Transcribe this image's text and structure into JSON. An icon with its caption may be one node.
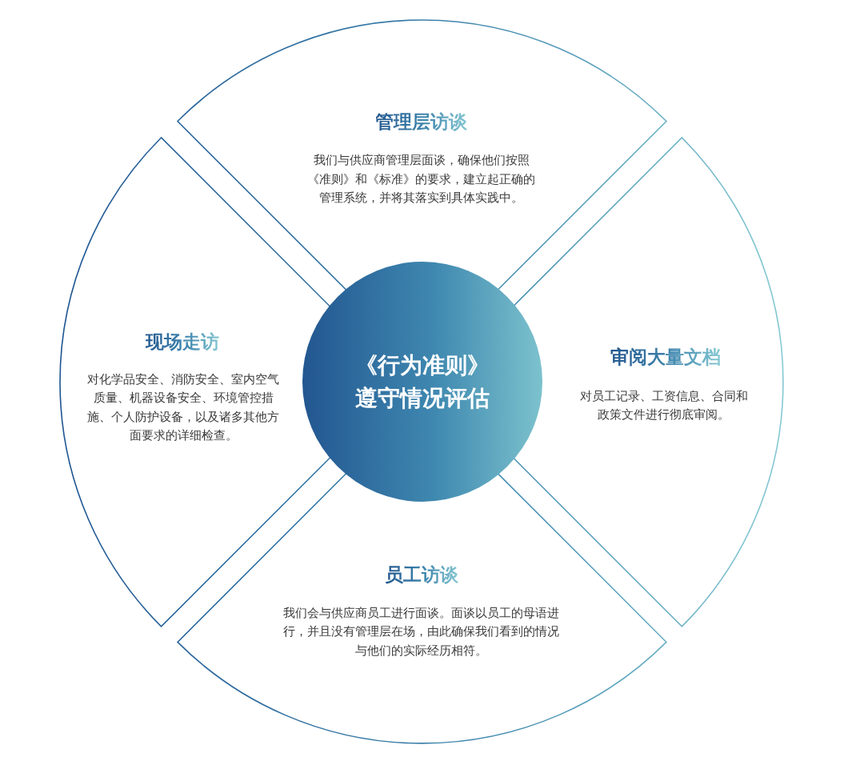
{
  "diagram": {
    "nodes": [
      {
        "text": [
          "《行为准则》遵守情况评估"
        ]
      },
      {
        "text": [
          "管理层访谈",
          "我们与供应商管理层面谈，确保他们按照《准则》和《标准》的要求，建立起正确的管理系统，并将其落实到具体实践中。"
        ]
      },
      {
        "text": [
          "现场走访",
          "对化学品安全、消防安全、室内空气质量、机器设备安全、环境管控措施、个人防护设备，以及诸多其他方面要求的详细检查。"
        ]
      },
      {
        "text": [
          "审阅大量文档",
          "对员工记录、工资信息、合同和政策文件进行彻底审阅。"
        ]
      },
      {
        "text": [
          "员工访谈",
          "我们会与供应商员工进行面谈。面谈以员工的母语进行，并且没有管理层在场，由此确保我们看到的情况与他们的实际经历相符。"
        ]
      }
    ]
  }
}
